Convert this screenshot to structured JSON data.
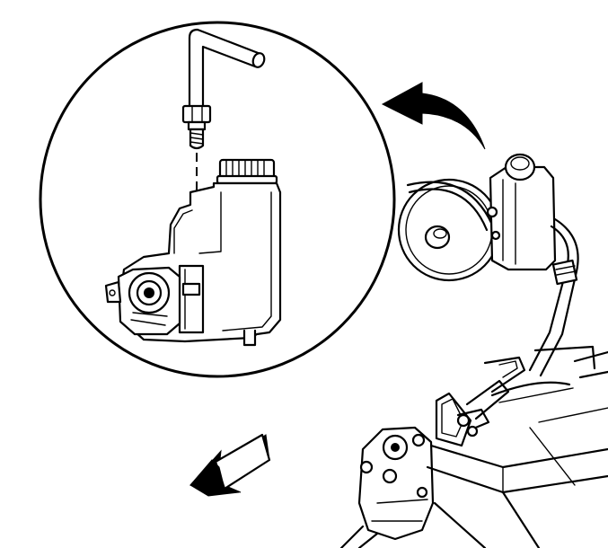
{
  "diagram": {
    "colors": {
      "line": "#000000",
      "background": "#ffffff"
    },
    "parts": [
      "detail-circle",
      "pressure-hose",
      "hose-fitting-nut",
      "pump-reservoir",
      "reservoir-cap",
      "pump-pulley",
      "steering-gear",
      "direction-arrow",
      "front-indicator-arrow"
    ]
  }
}
